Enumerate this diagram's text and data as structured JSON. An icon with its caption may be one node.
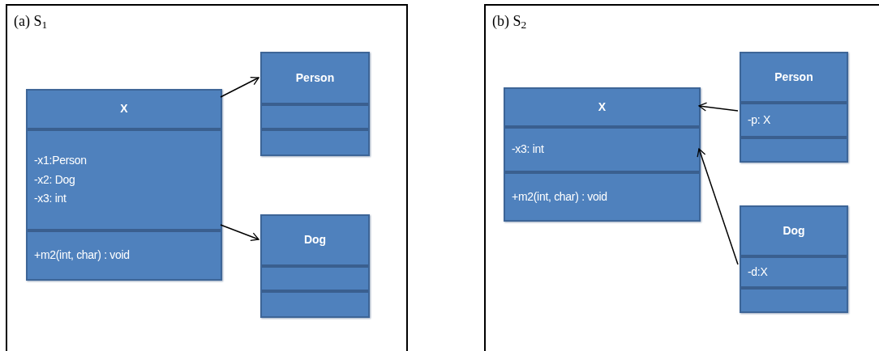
{
  "diagram": {
    "nodes": [
      {
        "text": [
          "(a) S$_{1}$"
        ]
      },
      {
        "text": [
          "X",
          "-x1:Person",
          "-x2: Dog",
          "-x3: int",
          "+m2(int, char) : void"
        ],
        "in": 0
      },
      {
        "text": [
          "Person"
        ],
        "in": 0
      },
      {
        "text": [
          "Dog"
        ],
        "in": 0
      },
      {
        "text": [
          "(b) S$_{2}$"
        ]
      },
      {
        "text": [
          "X",
          "-x3: int",
          "+m2(int, char) : void"
        ],
        "in": 4
      },
      {
        "text": [
          "Person",
          "-p: X"
        ],
        "in": 4
      },
      {
        "text": [
          "Dog",
          "-d:X"
        ],
        "in": 4
      }
    ],
    "edges": [
      {
        "from": 1,
        "to": 2,
        "arrow": "to"
      },
      {
        "from": 1,
        "to": 3,
        "arrow": "to"
      },
      {
        "from": 6,
        "to": 5,
        "arrow": "to"
      },
      {
        "from": 7,
        "to": 5,
        "arrow": "to"
      }
    ]
  }
}
